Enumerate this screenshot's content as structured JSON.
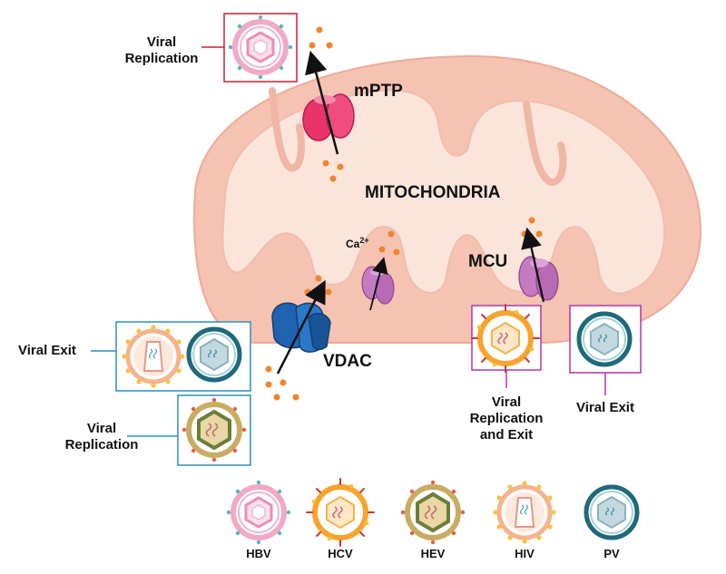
{
  "diagram": {
    "organelle_label": "MITOCHONDRIA",
    "channels": {
      "mptp": "mPTP",
      "vdac": "VDAC",
      "mcu": "MCU",
      "calcium": "Ca",
      "calcium_charge": "2+"
    },
    "callouts": {
      "top_left": "Viral\nReplication",
      "left_exit": "Viral Exit",
      "left_replication": "Viral\nReplication",
      "bottom_middle": "Viral\nReplication\nand Exit",
      "bottom_right": "Viral Exit"
    },
    "legend": [
      {
        "label": "HBV",
        "icon": "hbv-virus-icon"
      },
      {
        "label": "HCV",
        "icon": "hcv-virus-icon"
      },
      {
        "label": "HEV",
        "icon": "hev-virus-icon"
      },
      {
        "label": "HIV",
        "icon": "hiv-virus-icon"
      },
      {
        "label": "PV",
        "icon": "pv-virus-icon"
      }
    ],
    "colors": {
      "membrane": "#f6c2b2",
      "inner": "#fbe4da",
      "calcium_dot": "#f0852e",
      "mptp": "#e8336b",
      "vdac": "#1f63b0",
      "mcu": "#b96ab5",
      "box_red": "#c8202e",
      "box_blue": "#2a8fc0",
      "box_purple": "#b235a8"
    }
  }
}
